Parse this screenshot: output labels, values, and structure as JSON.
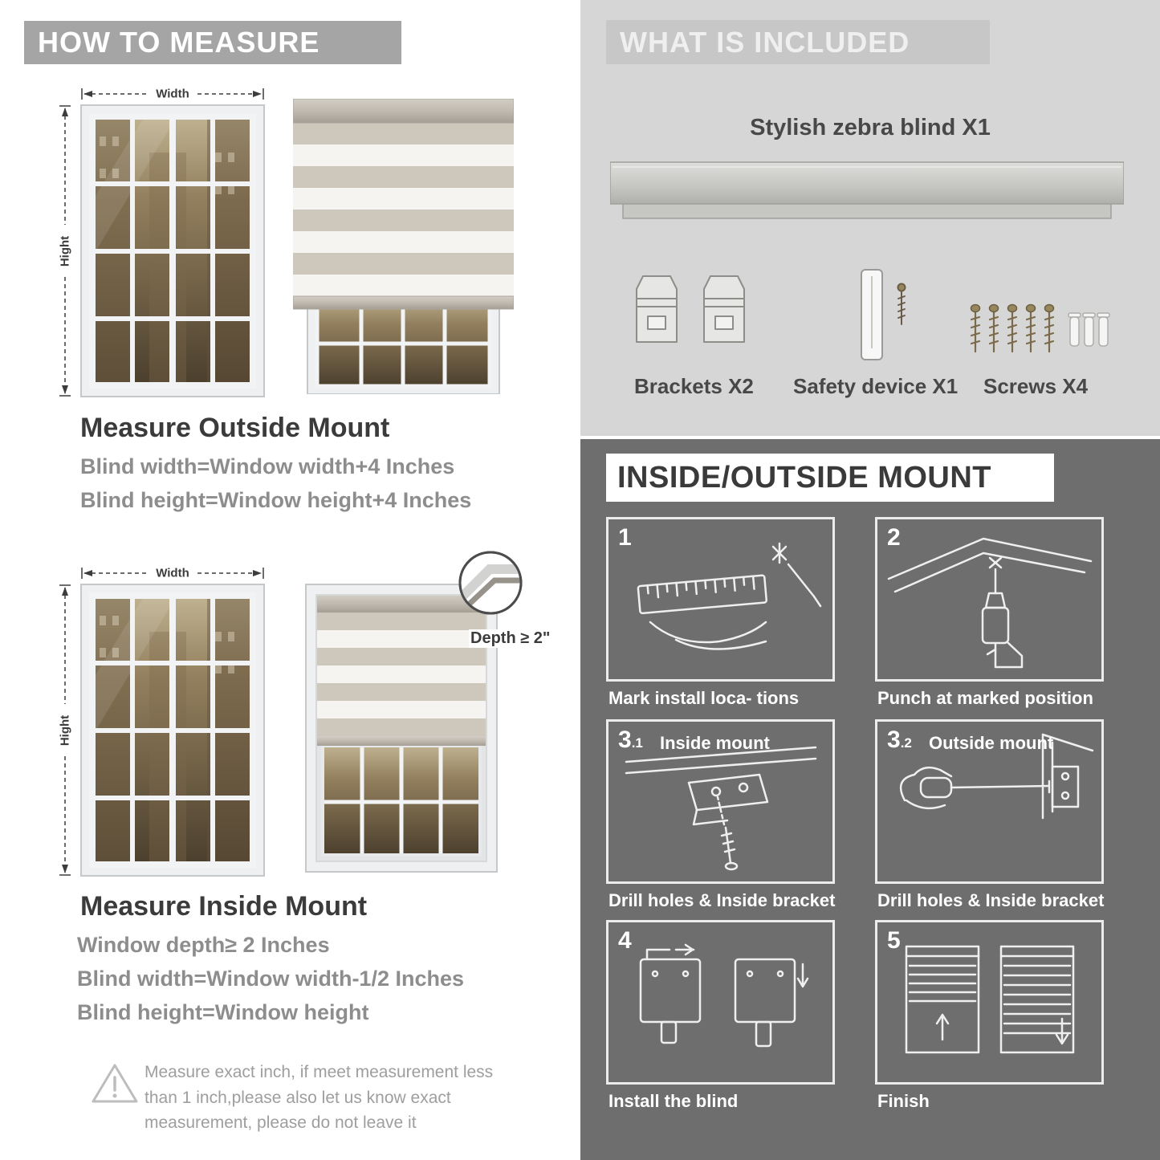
{
  "colors": {
    "banner_gray": "#a5a5a5",
    "included_bg": "#d6d6d6",
    "mount_bg": "#6e6e6e"
  },
  "left": {
    "header": "HOW TO MEASURE",
    "outside": {
      "width_label": "Width",
      "height_label": "Hight",
      "title": "Measure Outside Mount",
      "line1": "Blind width=Window width+4 Inches",
      "line2": "Blind height=Window height+4 Inches"
    },
    "inside": {
      "width_label": "Width",
      "height_label": "Hight",
      "depth_label": "Depth ≥ 2\"",
      "title": "Measure Inside Mount",
      "line1": "Window depth≥ 2 Inches",
      "line2": "Blind width=Window width-1/2 Inches",
      "line3": "Blind height=Window height"
    },
    "note": "Measure exact inch, if meet measurement less than 1 inch,please also let us know exact measurement, please do not leave it"
  },
  "right": {
    "included": {
      "header": "WHAT IS INCLUDED",
      "product": "Stylish zebra blind X1",
      "items": [
        "Brackets X2",
        "Safety device X1",
        "Screws X4"
      ]
    },
    "mount": {
      "header": "INSIDE/OUTSIDE MOUNT",
      "steps": [
        {
          "num": "1",
          "caption": "Mark install loca- tions"
        },
        {
          "num": "2",
          "caption": "Punch at marked position"
        },
        {
          "num": "3",
          "sub": ".1",
          "label": "Inside mount",
          "caption": "Drill holes & Inside bracket"
        },
        {
          "num": "3",
          "sub": ".2",
          "label": "Outside mount",
          "caption": "Drill holes & Inside bracket"
        },
        {
          "num": "4",
          "caption": "Install the blind"
        },
        {
          "num": "5",
          "caption": "Finish"
        }
      ]
    }
  }
}
